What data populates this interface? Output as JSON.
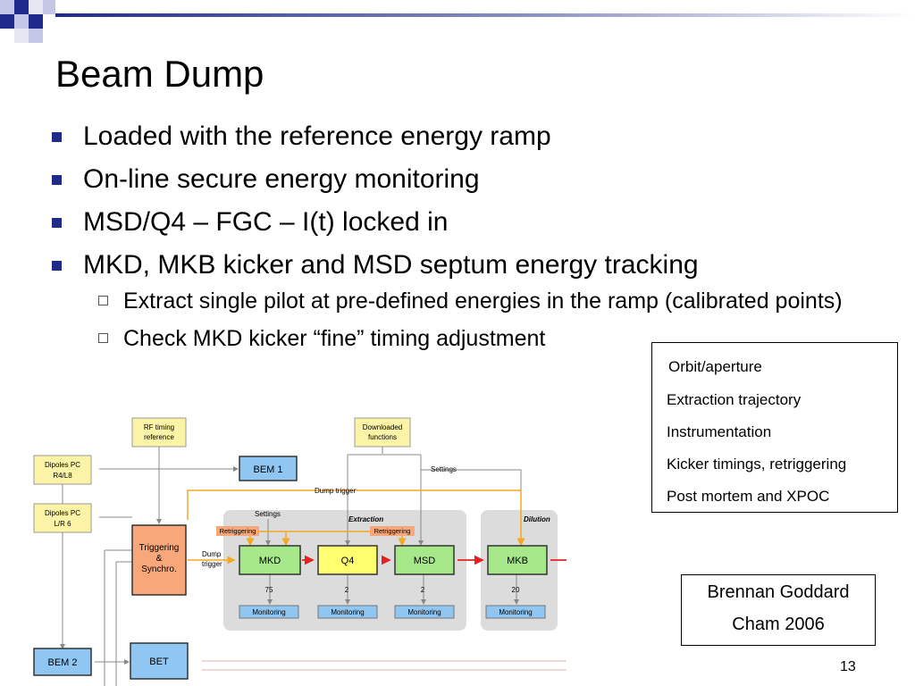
{
  "slide": {
    "title": "Beam Dump",
    "bullets": [
      "Loaded with the reference energy ramp",
      "On-line secure energy monitoring",
      "MSD/Q4 – FGC – I(t) locked in",
      "MKD, MKB kicker and MSD septum energy tracking"
    ],
    "sub_bullets": [
      "Extract single pilot at pre-defined energies in the ramp (calibrated points)",
      "Check MKD kicker “fine” timing adjustment"
    ],
    "legend_items": [
      "Orbit/aperture",
      "Extraction trajectory",
      "Instrumentation",
      "Kicker timings, retriggering",
      "Post mortem and XPOC"
    ],
    "author": "Brennan Goddard",
    "venue": "Cham 2006",
    "page_number": "13"
  },
  "diagram": {
    "rf_timing_line1": "RF timing",
    "rf_timing_line2": "reference",
    "downloaded_line1": "Downloaded",
    "downloaded_line2": "functions",
    "dipoles_pc1_line1": "Dipoles PC",
    "dipoles_pc1_line2": "R4/L8",
    "dipoles_pc2_line1": "Dipoles PC",
    "dipoles_pc2_line2": "L/R 6",
    "bem1": "BEM 1",
    "bem2": "BEM 2",
    "bet": "BET",
    "trig_line1": "Triggering",
    "trig_line2": "&",
    "trig_line3": "Synchro.",
    "dump_trigger_line1": "Dump",
    "dump_trigger_line2": "trigger",
    "dump_trigger_top": "Dump trigger",
    "settings_right": "Settings",
    "settings_left": "Settings",
    "extraction": "Extraction",
    "dilution": "Dilution",
    "retriggering_1": "Retriggering",
    "retriggering_2": "Retriggering",
    "mkd": "MKD",
    "q4": "Q4",
    "msd": "MSD",
    "mkb": "MKB",
    "count_mkd": "75",
    "count_q4": "2",
    "count_msd": "2",
    "count_mkb": "20",
    "monitoring": "Monitoring"
  },
  "colors": {
    "bullet_square": "#1f2b8c",
    "rf_box": "#fbf3a6",
    "bem_box": "#8fc6f2",
    "trig_box": "#f7a77a",
    "magnet_box": "#a6e88a",
    "q4_box": "#ffff70",
    "group_bg": "#dcdcdc",
    "trigger_line": "#f5a623",
    "beam_line": "#e52222"
  }
}
